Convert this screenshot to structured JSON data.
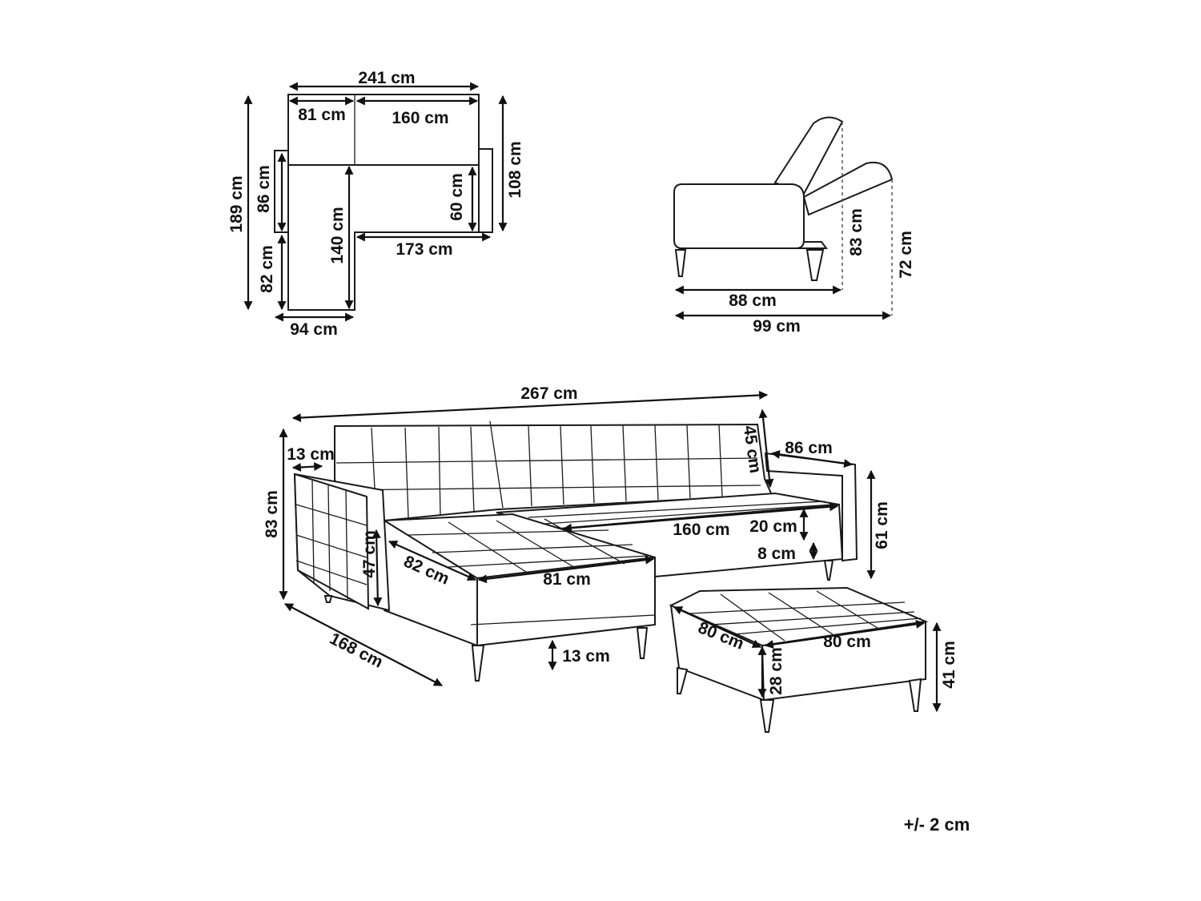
{
  "plan_view": {
    "total_width": "241 cm",
    "chaise_width_top": "81 cm",
    "sofa_width_top": "160 cm",
    "total_depth": "189 cm",
    "right_depth": "108 cm",
    "arm_depth": "86 cm",
    "seat_depth": "60 cm",
    "chaise_depth_inner": "140 cm",
    "seat_length": "173 cm",
    "chaise_extension": "82 cm",
    "chaise_width_bottom": "94 cm"
  },
  "side_view": {
    "height_upright": "83 cm",
    "height_reclined": "72 cm",
    "depth_upright": "88 cm",
    "depth_reclined": "99 cm"
  },
  "perspective_view": {
    "total_width": "267 cm",
    "arm_width": "13 cm",
    "total_height": "83 cm",
    "back_height": "45 cm",
    "arm_length": "86 cm",
    "seat_height": "61 cm",
    "chaise_depth": "82 cm",
    "chaise_width": "81 cm",
    "seat_width": "160 cm",
    "cushion_height": "20 cm",
    "frame_height": "8 cm",
    "arm_height": "47 cm",
    "leg_height": "13 cm",
    "total_depth": "168 cm"
  },
  "ottoman": {
    "depth": "80 cm",
    "width": "80 cm",
    "cushion_height": "28 cm",
    "height": "41 cm"
  },
  "tolerance": "+/- 2 cm"
}
